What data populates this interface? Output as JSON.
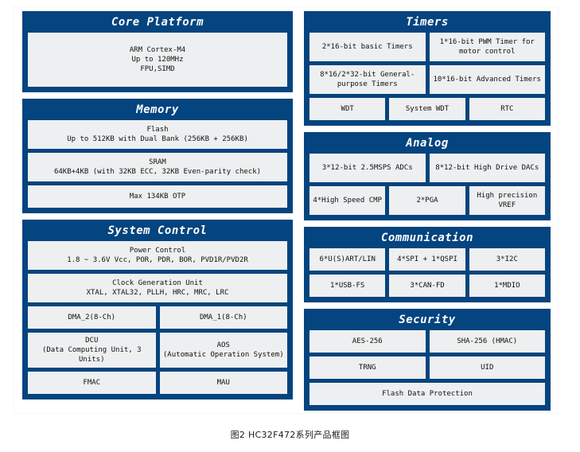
{
  "caption": "图2 HC32F472系列产品框图",
  "colors": {
    "panel_blue": "#04447f",
    "cell_gray": "#eeeff0",
    "text": "#111111",
    "title_text": "#ffffff"
  },
  "left_column": {
    "panels": [
      {
        "title": "Core Platform",
        "rows": [
          {
            "cells": [
              {
                "text": "ARM Cortex-M4\nUp to 120MHz\nFPU,SIMD",
                "size": "tall"
              }
            ]
          }
        ]
      },
      {
        "title": "Memory",
        "rows": [
          {
            "cells": [
              {
                "text": "Flash\nUp to 512KB with Dual Bank (256KB + 256KB)",
                "size": "mid"
              }
            ]
          },
          {
            "cells": [
              {
                "text": "SRAM\n64KB+4KB (with 32KB ECC, 32KB Even-parity check)",
                "size": "mid"
              }
            ]
          },
          {
            "cells": [
              {
                "text": "Max 134KB OTP",
                "size": "std"
              }
            ]
          }
        ]
      },
      {
        "title": "System Control",
        "rows": [
          {
            "cells": [
              {
                "text": "Power Control\n1.8 ~ 3.6V Vcc, POR, PDR, BOR,  PVD1R/PVD2R",
                "size": "mid"
              }
            ]
          },
          {
            "cells": [
              {
                "text": "Clock Generation Unit\nXTAL, XTAL32, PLLH, HRC, MRC, LRC",
                "size": "mid"
              }
            ]
          },
          {
            "cells": [
              {
                "text": "DMA_2(8-Ch)",
                "size": "std"
              },
              {
                "text": "DMA_1(8-Ch)",
                "size": "std"
              }
            ]
          },
          {
            "cells": [
              {
                "text": "DCU\n(Data Computing Unit, 3 Units)",
                "size": "three"
              },
              {
                "text": "AOS\n(Automatic Operation System)",
                "size": "three"
              }
            ]
          },
          {
            "cells": [
              {
                "text": "FMAC",
                "size": "std"
              },
              {
                "text": "MAU",
                "size": "std"
              }
            ]
          }
        ]
      }
    ]
  },
  "right_column": {
    "panels": [
      {
        "title": "Timers",
        "rows": [
          {
            "cells": [
              {
                "text": "2*16-bit basic Timers",
                "size": "mid"
              },
              {
                "text": "1*16-bit PWM Timer for motor control",
                "size": "mid"
              }
            ]
          },
          {
            "cells": [
              {
                "text": "8*16/2*32-bit General-purpose Timers",
                "size": "mid"
              },
              {
                "text": "10*16-bit Advanced Timers",
                "size": "mid"
              }
            ]
          },
          {
            "cells": [
              {
                "text": "WDT",
                "size": "std"
              },
              {
                "text": "System WDT",
                "size": "std"
              },
              {
                "text": "RTC",
                "size": "std"
              }
            ]
          }
        ]
      },
      {
        "title": "Analog",
        "rows": [
          {
            "cells": [
              {
                "text": "3*12-bit  2.5MSPS ADCs",
                "size": "mid"
              },
              {
                "text": "8*12-bit High Drive DACs",
                "size": "mid"
              }
            ]
          },
          {
            "cells": [
              {
                "text": "4*High Speed CMP",
                "size": "mid"
              },
              {
                "text": "2*PGA",
                "size": "mid"
              },
              {
                "text": "High precision VREF",
                "size": "mid"
              }
            ]
          }
        ]
      },
      {
        "title": "Communication",
        "rows": [
          {
            "cells": [
              {
                "text": "6*U(S)ART/LIN",
                "size": "std"
              },
              {
                "text": "4*SPI + 1*QSPI",
                "size": "std"
              },
              {
                "text": "3*I2C",
                "size": "std"
              }
            ]
          },
          {
            "cells": [
              {
                "text": "1*USB-FS",
                "size": "std"
              },
              {
                "text": "3*CAN-FD",
                "size": "std"
              },
              {
                "text": "1*MDIO",
                "size": "std"
              }
            ]
          }
        ]
      },
      {
        "title": "Security",
        "rows": [
          {
            "cells": [
              {
                "text": "AES-256",
                "size": "std"
              },
              {
                "text": "SHA-256 (HMAC)",
                "size": "std"
              }
            ]
          },
          {
            "cells": [
              {
                "text": "TRNG",
                "size": "std"
              },
              {
                "text": "UID",
                "size": "std"
              }
            ]
          },
          {
            "cells": [
              {
                "text": "Flash Data Protection",
                "size": "std"
              }
            ]
          }
        ]
      }
    ]
  }
}
